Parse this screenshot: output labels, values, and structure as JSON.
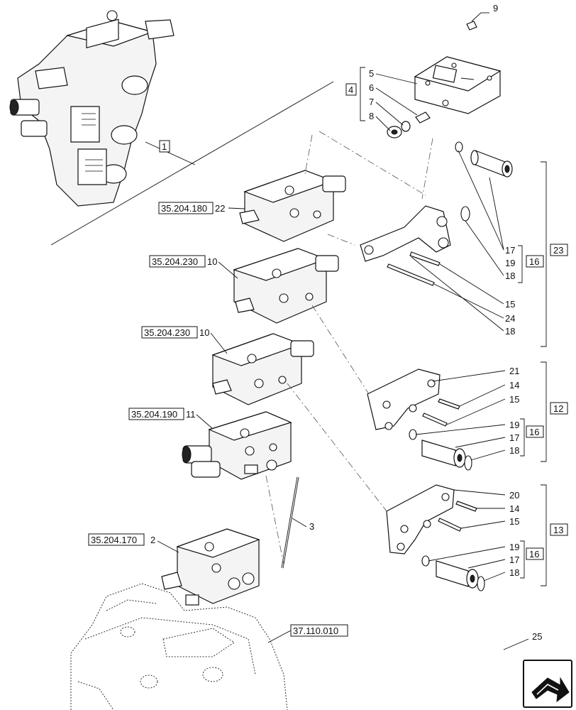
{
  "callouts": {
    "c9": "9",
    "c5": "5",
    "c6": "6",
    "c7": "7",
    "c8": "8",
    "c4": "4",
    "c1": "1",
    "c22": "22",
    "c10a": "10",
    "c10b": "10",
    "c11": "11",
    "c2": "2",
    "c3": "3",
    "c17a": "17",
    "c19a": "19",
    "c18a": "18",
    "c16a": "16",
    "c23": "23",
    "c15a": "15",
    "c24": "24",
    "c18b": "18",
    "c21": "21",
    "c14a": "14",
    "c15b": "15",
    "c19b": "19",
    "c17b": "17",
    "c18c": "18",
    "c16b": "16",
    "c12": "12",
    "c20": "20",
    "c14b": "14",
    "c15c": "15",
    "c19c": "19",
    "c17c": "17",
    "c18d": "18",
    "c16c": "16",
    "c13": "13",
    "c25": "25"
  },
  "references": {
    "r180": "35.204.180",
    "r230a": "35.204.230",
    "r230b": "35.204.230",
    "r190": "35.204.190",
    "r170": "35.204.170",
    "r110": "37.110.010"
  },
  "icons": {
    "nav": "next-page-arrow-icon"
  }
}
